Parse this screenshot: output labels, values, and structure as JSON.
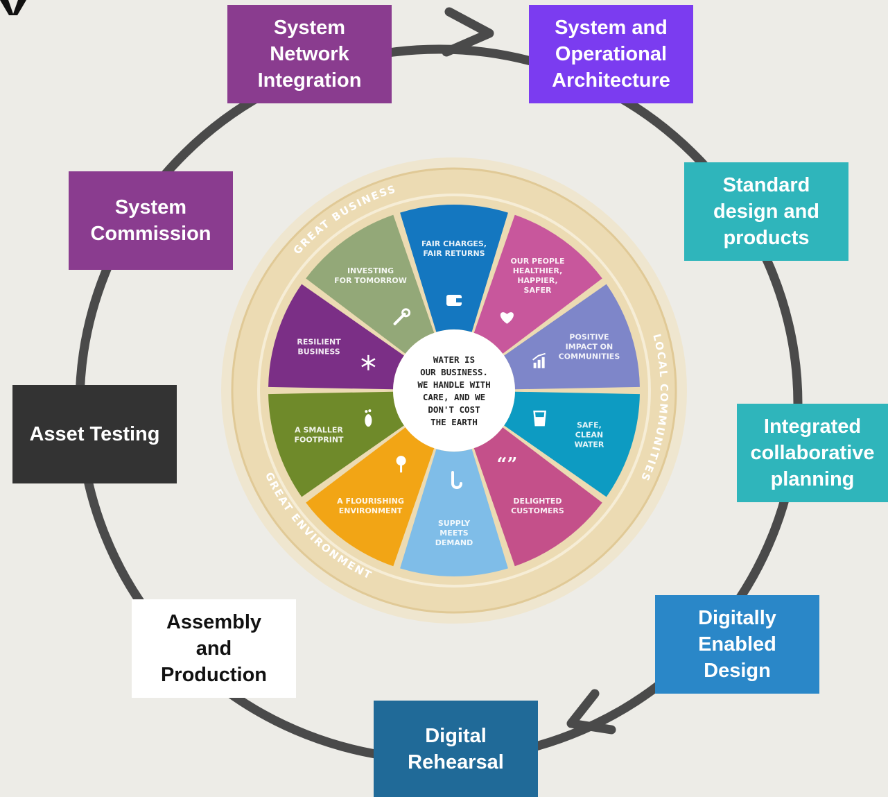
{
  "stages": [
    {
      "label": "System\nNetwork\nIntegration",
      "bg": "#8a3c8f",
      "fg": "#ffffff"
    },
    {
      "label": "System and\nOperational\nArchitecture",
      "bg": "#7b3cf0",
      "fg": "#ffffff"
    },
    {
      "label": "Standard\ndesign and\nproducts",
      "bg": "#2fb5bb",
      "fg": "#ffffff"
    },
    {
      "label": "Integrated\ncollaborative\nplanning",
      "bg": "#2fb5bb",
      "fg": "#ffffff"
    },
    {
      "label": "Digitally\nEnabled\nDesign",
      "bg": "#2a87c8",
      "fg": "#ffffff"
    },
    {
      "label": "Digital\nRehearsal",
      "bg": "#206a98",
      "fg": "#ffffff"
    },
    {
      "label": "Assembly\nand\nProduction",
      "bg": "#ffffff",
      "fg": "#111111"
    },
    {
      "label": "Asset Testing",
      "bg": "#333333",
      "fg": "#ffffff"
    },
    {
      "label": "System\nCommission",
      "bg": "#8a3c8f",
      "fg": "#ffffff"
    }
  ],
  "wheel": {
    "center_text": "WATER IS\nOUR BUSINESS.\nWE HANDLE WITH\nCARE, AND WE\nDON'T COST\nTHE EARTH",
    "ring_labels": [
      "GREAT BUSINESS",
      "LOCAL COMMUNITIES",
      "GREAT ENVIRONMENT"
    ],
    "segments": [
      {
        "label": "OUR PEOPLE\nHEALTHIER,\nHAPPIER,\nSAFER",
        "color": "#c8579c",
        "icon": "heart-icon"
      },
      {
        "label": "POSITIVE\nIMPACT ON\nCOMMUNITIES",
        "color": "#7e86c9",
        "icon": "chart-icon"
      },
      {
        "label": "SAFE,\nCLEAN\nWATER",
        "color": "#0d9bc2",
        "icon": "glass-icon"
      },
      {
        "label": "DELIGHTED\nCUSTOMERS",
        "color": "#c4508a",
        "icon": "quote-icon"
      },
      {
        "label": "SUPPLY\nMEETS\nDEMAND",
        "color": "#7fbde8",
        "icon": "tap-icon"
      },
      {
        "label": "A FLOURISHING\nENVIRONMENT",
        "color": "#f2a515",
        "icon": "flower-icon"
      },
      {
        "label": "A SMALLER\nFOOTPRINT",
        "color": "#6f8a2a",
        "icon": "footprint-icon"
      },
      {
        "label": "RESILIENT\nBUSINESS",
        "color": "#7b2f86",
        "icon": "snowflake-icon"
      },
      {
        "label": "INVESTING\nFOR TOMORROW",
        "color": "#93a878",
        "icon": "wrench-icon"
      },
      {
        "label": "FAIR CHARGES,\nFAIR RETURNS",
        "color": "#1477c0",
        "icon": "wallet-icon"
      }
    ],
    "colors": {
      "ring": "#ecdbb3",
      "ring_edge": "#e0c996",
      "halo": "#efe6cf"
    }
  },
  "cycle": {
    "stroke_color": "#4a4a4a"
  }
}
